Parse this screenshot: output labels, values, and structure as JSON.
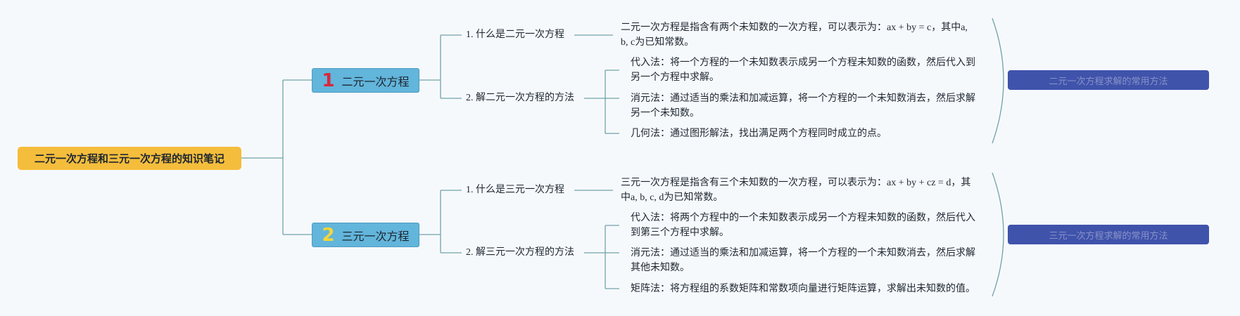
{
  "title": "二元一次方程和三元一次方程的知识笔记",
  "branches": [
    {
      "number": "1",
      "label": "二元一次方程",
      "badge_color": "#d8283c",
      "topics": [
        {
          "label": "1. 什么是二元一次方程",
          "details": [
            "二元一次方程是指含有两个未知数的一次方程，可以表示为：ax + by = c，其中a, b, c为已知常数。"
          ]
        },
        {
          "label": "2. 解二元一次方程的方法",
          "details": [
            "代入法：将一个方程的一个未知数表示成另一个方程未知数的函数，然后代入到另一个方程中求解。",
            "消元法：通过适当的乘法和加减运算，将一个方程的一个未知数消去，然后求解另一个未知数。",
            "几何法：通过图形解法，找出满足两个方程同时成立的点。"
          ]
        }
      ],
      "summary": "二元一次方程求解的常用方法"
    },
    {
      "number": "2",
      "label": "三元一次方程",
      "badge_color": "#f5d63a",
      "topics": [
        {
          "label": "1. 什么是三元一次方程",
          "details": [
            "三元一次方程是指含有三个未知数的一次方程，可以表示为：ax + by + cz = d，其中a, b, c, d为已知常数。"
          ]
        },
        {
          "label": "2. 解三元一次方程的方法",
          "details": [
            "代入法：将两个方程中的一个未知数表示成另一个方程未知数的函数，然后代入到第三个方程中求解。",
            "消元法：通过适当的乘法和加减运算，将一个方程的一个未知数消去，然后求解其他未知数。",
            "矩阵法：将方程组的系数矩阵和常数项向量进行矩阵运算，求解出未知数的值。"
          ]
        }
      ],
      "summary": "三元一次方程求解的常用方法"
    }
  ]
}
